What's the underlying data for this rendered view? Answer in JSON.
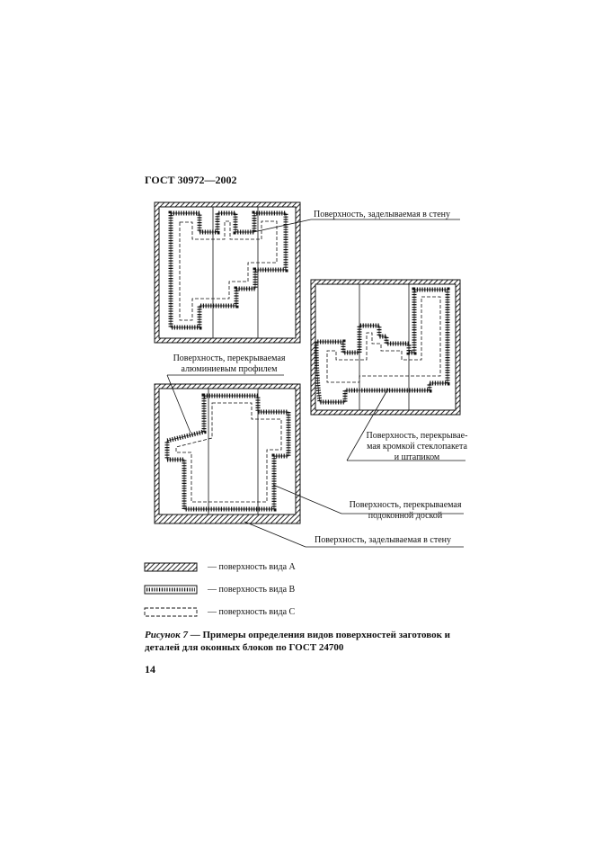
{
  "header": {
    "standard_code": "ГОСТ 30972—2002"
  },
  "callouts": {
    "wall_embedded_top": "Поверхность, заделываемая в стену",
    "aluminium_profile_line1": "Поверхность, перекрываемая",
    "aluminium_profile_line2": "алюминиевым профилем",
    "glazing_edge_line1": "Поверхность, перекрывае-",
    "glazing_edge_line2": "мая кромкой стеклопакета",
    "glazing_edge_line3": "и штапиком",
    "sill_board_line1": "Поверхность, перекрываемая",
    "sill_board_line2": "подоконной доской",
    "wall_embedded_bottom": "Поверхность, заделываемая в стену"
  },
  "legend": {
    "items": [
      {
        "label": "— поверхность вида А",
        "pattern": "hatched"
      },
      {
        "label": "— поверхность вида В",
        "pattern": "dotted-band"
      },
      {
        "label": "— поверхность вида С",
        "pattern": "dashed"
      }
    ]
  },
  "caption": {
    "lead": "Рисунок 7",
    "text": " — Примеры определения видов поверхностей заготовок и деталей для оконных блоков по ГОСТ 24700"
  },
  "page_number": "14"
}
